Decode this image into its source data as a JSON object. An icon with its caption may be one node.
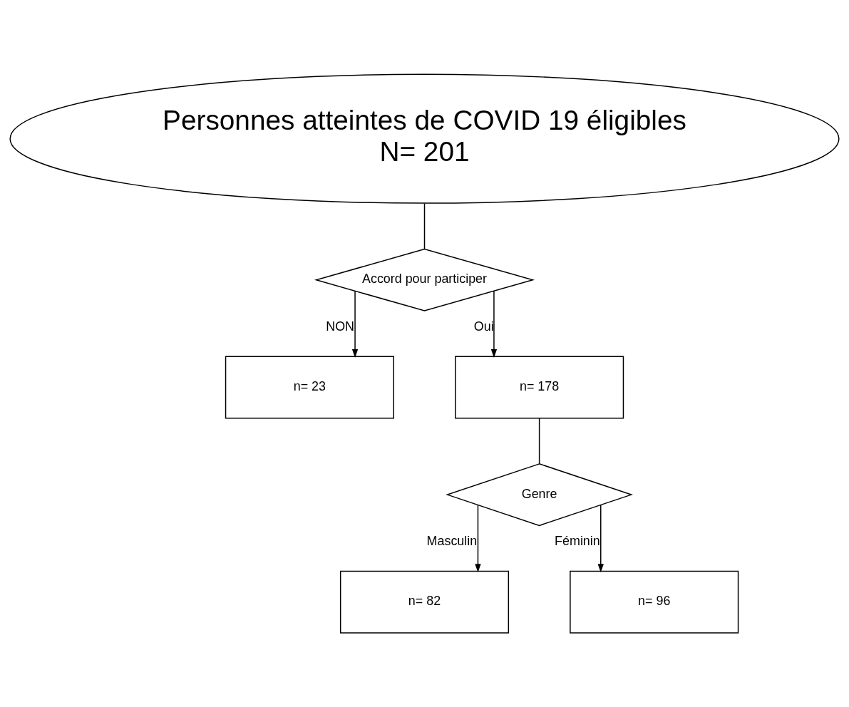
{
  "diagram": {
    "nodes": [
      {
        "text": [
          "Personnes atteintes de COVID 19 éligibles",
          "N= 201"
        ]
      },
      {
        "text": [
          "Accord pour participer"
        ]
      },
      {
        "text": [
          "n= 23"
        ]
      },
      {
        "text": [
          "n= 178"
        ]
      },
      {
        "text": [
          "Genre"
        ]
      },
      {
        "text": [
          "n= 82"
        ]
      },
      {
        "text": [
          "n= 96"
        ]
      }
    ],
    "edges": [
      {
        "from": 0,
        "to": 1,
        "arrow": "none"
      },
      {
        "from": 1,
        "to": 2,
        "arrow": "to",
        "label": "NON"
      },
      {
        "from": 1,
        "to": 3,
        "arrow": "to",
        "label": "Oui"
      },
      {
        "from": 3,
        "to": 4,
        "arrow": "none"
      },
      {
        "from": 4,
        "to": 5,
        "arrow": "to",
        "label": "Masculin"
      },
      {
        "from": 4,
        "to": 6,
        "arrow": "to",
        "label": "Féminin"
      }
    ]
  }
}
